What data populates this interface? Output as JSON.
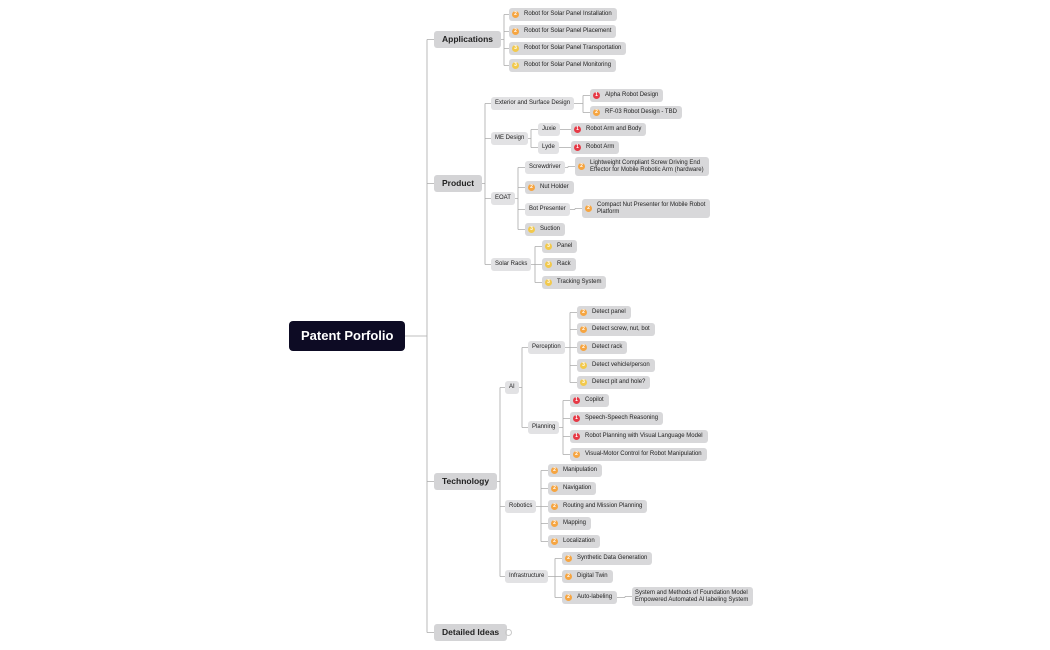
{
  "colors": {
    "p1": "#e63946",
    "p2": "#f6a541",
    "p3": "#f2c94c",
    "root_bg": "#0d0b24",
    "line": "#aaaaaa"
  },
  "root": {
    "label": "Patent Porfolio"
  },
  "applications": {
    "label": "Applications",
    "items": [
      {
        "label": "Robot for Solar Panel Installation",
        "priority": "2"
      },
      {
        "label": "Robot for Solar Panel Placement",
        "priority": "2"
      },
      {
        "label": "Robot for Solar Panel Transportation",
        "priority": "3"
      },
      {
        "label": "Robot for Solar Panel Monitoring",
        "priority": "3"
      }
    ]
  },
  "product": {
    "label": "Product",
    "exterior": {
      "label": "Exterior and Surface Design",
      "items": [
        {
          "label": "Alpha Robot Design",
          "priority": "1"
        },
        {
          "label": "RF-03 Robot Design - TBD",
          "priority": "2"
        }
      ]
    },
    "me_design": {
      "label": "ME Design",
      "juxie": {
        "label": "Juxie",
        "item": {
          "label": "Robot Arm and Body",
          "priority": "1"
        }
      },
      "lyde": {
        "label": "Lyde",
        "item": {
          "label": "Robot Arm",
          "priority": "1"
        }
      }
    },
    "eoat": {
      "label": "EOAT",
      "screwdriver": {
        "label": "Screwdriver",
        "item": {
          "label": "Lightweight Compliant Screw Driving End\nEffector for Mobile Robotic Arm (hardware)",
          "priority": "2"
        }
      },
      "nut_holder": {
        "label": "Nut Holder",
        "priority": "2"
      },
      "bot_presenter": {
        "label": "Bot Presenter",
        "item": {
          "label": "Compact Nut Presenter for Mobile Robot\nPlatform",
          "priority": "2"
        }
      },
      "suction": {
        "label": "Suction",
        "priority": "3"
      }
    },
    "solar_racks": {
      "label": "Solar Racks",
      "items": [
        {
          "label": "Panel",
          "priority": "3"
        },
        {
          "label": "Rack",
          "priority": "3"
        },
        {
          "label": "Tracking System",
          "priority": "3"
        }
      ]
    }
  },
  "technology": {
    "label": "Technology",
    "ai": {
      "label": "AI",
      "perception": {
        "label": "Perception",
        "items": [
          {
            "label": "Detect panel",
            "priority": "2"
          },
          {
            "label": "Detect screw, nut, bot",
            "priority": "2"
          },
          {
            "label": "Detect rack",
            "priority": "2"
          },
          {
            "label": "Detect vehicle/person",
            "priority": "3"
          },
          {
            "label": "Detect pit and hole?",
            "priority": "3"
          }
        ]
      },
      "planning": {
        "label": "Planning",
        "items": [
          {
            "label": "Copilot",
            "priority": "1"
          },
          {
            "label": "Speech-Speech Reasoning",
            "priority": "1"
          },
          {
            "label": "Robot Planning with Visual Language Model",
            "priority": "1"
          },
          {
            "label": "Visual-Motor Control for Robot Manipulation",
            "priority": "2"
          }
        ]
      }
    },
    "robotics": {
      "label": "Robotics",
      "items": [
        {
          "label": "Manipulation",
          "priority": "2"
        },
        {
          "label": "Navigation",
          "priority": "2"
        },
        {
          "label": "Routing and Mission Planning",
          "priority": "2"
        },
        {
          "label": "Mapping",
          "priority": "2"
        },
        {
          "label": "Localization",
          "priority": "2"
        }
      ]
    },
    "infrastructure": {
      "label": "Infrastructure",
      "items": [
        {
          "label": "Synthetic Data Generation",
          "priority": "2"
        },
        {
          "label": "Digital Twin",
          "priority": "2"
        }
      ],
      "autolabel": {
        "label": "Auto-labeling",
        "priority": "2",
        "detail": "System and Methods of Foundation Model\nEmpowered Automated AI labeling System"
      }
    }
  },
  "detailed_ideas": {
    "label": "Detailed Ideas"
  }
}
